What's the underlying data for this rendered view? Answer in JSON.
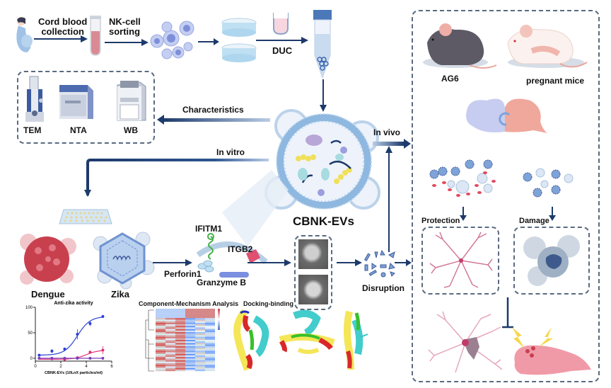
{
  "colors": {
    "arrow": "#1d3a6b",
    "ev_membrane": "#8fb8e0",
    "ev_fill": "#eef3fb",
    "blood": "#d98a94",
    "dengue": "#c8404e",
    "zika": "#7ea3d8",
    "dashed_border": "#5a6a80",
    "series_blue": "#2a3fd6",
    "series_pink": "#e0307a",
    "series_purple": "#7b3fb8"
  },
  "workflow": {
    "step1_label": "Cord blood collection",
    "step1_line1": "Cord blood",
    "step1_line2": "collection",
    "step2_line1": "NK-cell",
    "step2_line2": "sorting",
    "step3_label": "DUC"
  },
  "characterization": {
    "arrow_label": "Characteristics",
    "instruments": [
      {
        "label": "TEM",
        "icon": "electron-microscope-icon"
      },
      {
        "label": "NTA",
        "icon": "nanoparticle-analyzer-icon"
      },
      {
        "label": "WB",
        "icon": "western-blot-machine-icon"
      }
    ]
  },
  "center": {
    "title": "CBNK-EVs",
    "in_vitro_label": "In vitro",
    "in_vivo_label": "In vivo"
  },
  "viruses": {
    "dengue_label": "Dengue",
    "zika_label": "Zika"
  },
  "proteins": {
    "ifitm1": "IFITM1",
    "itgb2": "ITGB2",
    "perforin": "Perforin1",
    "granzyme": "Granzyme B"
  },
  "analysis": {
    "heatmap_title": "Component-Mechanism Analysis",
    "docking_title": "Docking-binding",
    "disruption_label": "Disruption"
  },
  "in_vivo_panel": {
    "mouse1_label": "AG6",
    "mouse2_label": "pregnant mice",
    "protection_label": "Protection",
    "damage_label": "Damage"
  },
  "chart_data": {
    "type": "scatter",
    "title": "Anti-zika activity",
    "xlabel": "CBNK-EVs (10LnX particles/ml)",
    "ylabel": "",
    "xlim": [
      0,
      6
    ],
    "ylim": [
      0,
      100
    ],
    "x_ticks": [
      "0",
      "2",
      "4",
      "6"
    ],
    "y_ticks": [
      "0",
      "50",
      "100"
    ],
    "grid": false,
    "series": [
      {
        "name": "blue",
        "color": "#2a3fd6",
        "x": [
          0.3,
          1.3,
          2.3,
          3.3,
          4.3,
          5.3
        ],
        "y": [
          6,
          14,
          18,
          47,
          68,
          82
        ],
        "err": [
          0,
          4,
          3,
          10,
          5,
          3
        ],
        "fit": "sigmoid"
      },
      {
        "name": "pink",
        "color": "#e0307a",
        "x": [
          0.3,
          1.3,
          2.3,
          3.3,
          4.3,
          5.3
        ],
        "y": [
          0,
          -1,
          -2,
          1,
          12,
          16
        ],
        "err": [
          1,
          1,
          1,
          3,
          3,
          8
        ],
        "fit": "sigmoid"
      },
      {
        "name": "purple",
        "color": "#7b3fb8",
        "x": [
          0.3,
          1.3,
          2.3,
          3.3,
          4.3,
          5.3
        ],
        "y": [
          0,
          0,
          0,
          0,
          0,
          0
        ],
        "err": [
          0,
          0,
          0,
          0,
          0,
          0
        ],
        "fit": "flat"
      }
    ]
  }
}
